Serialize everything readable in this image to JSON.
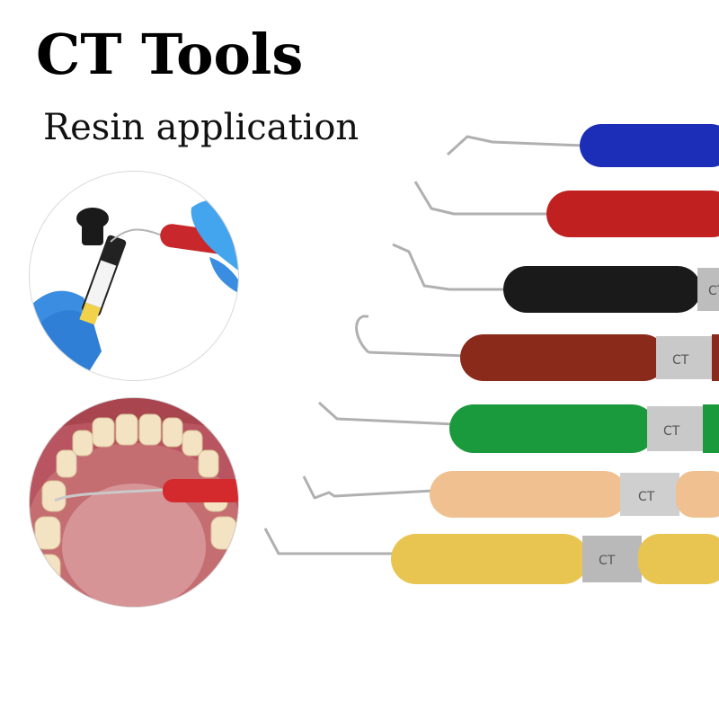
{
  "title": "CT Tools",
  "subtitle": "Resin application",
  "band_label": "CT",
  "colors": {
    "blue": "#1c2db8",
    "red": "#c0201f",
    "black": "#1a1a1a",
    "brown": "#8a2a1a",
    "green": "#1a9a3c",
    "peach": "#f0c090",
    "yellow": "#e8c450"
  }
}
